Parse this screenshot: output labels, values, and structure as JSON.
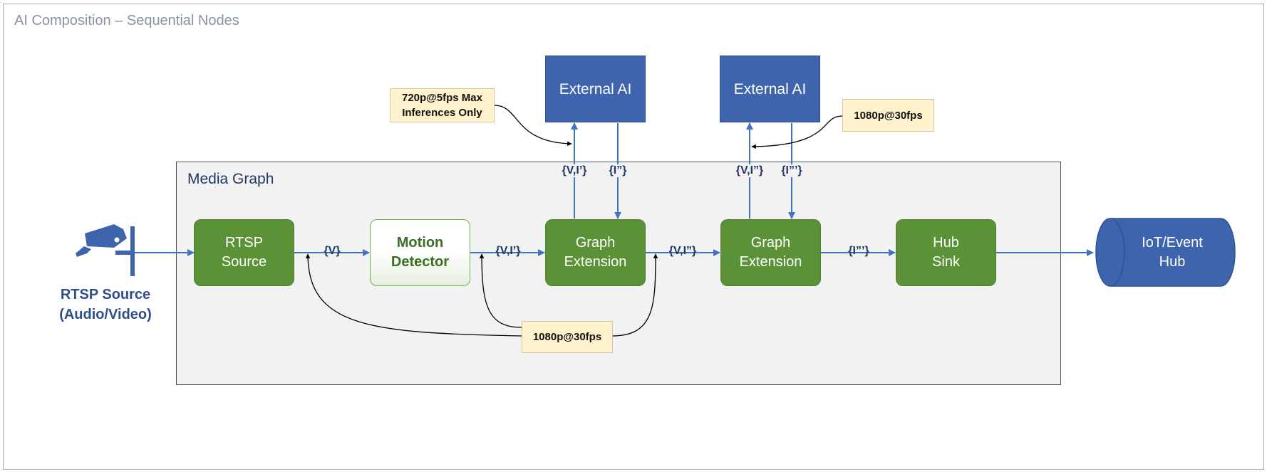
{
  "title": "AI Composition – Sequential Nodes",
  "media_graph": {
    "label": "Media Graph"
  },
  "camera": {
    "icon": "security-camera-icon",
    "label": "RTSP Source\n(Audio/Video)"
  },
  "nodes": {
    "rtsp_source": "RTSP\nSource",
    "motion_detector": "Motion\nDetector",
    "graph_extension_1": "Graph\nExtension",
    "graph_extension_2": "Graph\nExtension",
    "hub_sink": "Hub\nSink",
    "iot_hub": "IoT/Event\nHub",
    "external_ai_1": "External AI",
    "external_ai_2": "External AI"
  },
  "edge_labels": {
    "source_to_motion": "{V}",
    "motion_to_ext1": "{V,I’}",
    "ext1_to_ext2": "{V,I”}",
    "ext2_to_hub": "{I”’}",
    "ext1_up": "{V,I’}",
    "ext1_down": "{I”}",
    "ext2_up": "{V,I”}",
    "ext2_down": "{I”’}"
  },
  "notes": {
    "note_720": "720p@5fps Max\nInferences Only",
    "note_1080_top": "1080p@30fps",
    "note_1080_bottom": "1080p@30fps"
  },
  "colors": {
    "node_green": "#5b9237",
    "node_blue": "#3e64ad",
    "arrow": "#4472c4",
    "note_fill": "#fff2cc",
    "graph_fill": "#f2f2f2"
  }
}
